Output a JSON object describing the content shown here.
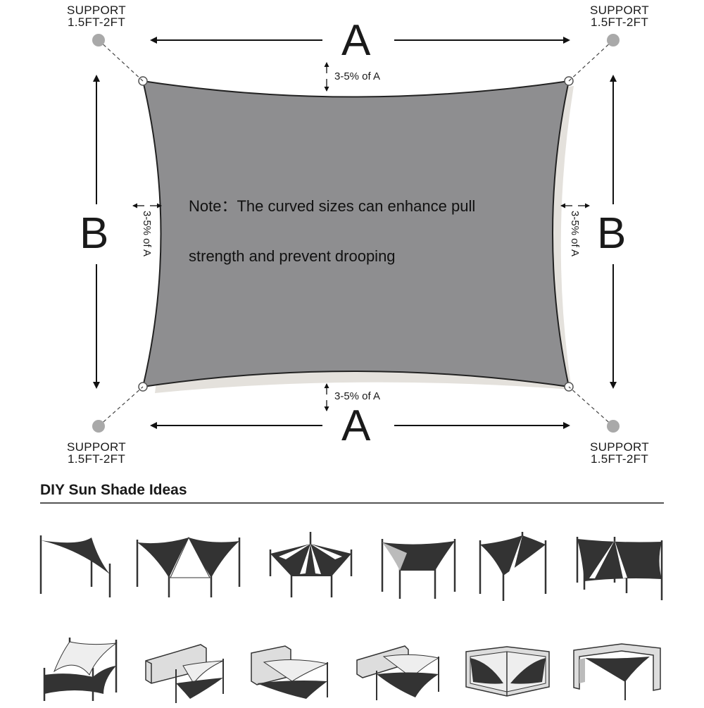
{
  "diagram": {
    "support_label_line1": "SUPPORT",
    "support_label_line2": "1.5FT-2FT",
    "dimension_a": "A",
    "dimension_b": "B",
    "curve_label": "3-5% of A",
    "note_line1": "Note：The curved sizes can enhance pull",
    "note_line2": "strength and prevent drooping",
    "colors": {
      "shade_fabric": "#8e8e90",
      "shade_shadow": "#e4e1dc",
      "support_post": "#a9a9a9",
      "arrows": "#111111"
    }
  },
  "ideas": {
    "title": "DIY Sun Shade Ideas",
    "items": [
      {
        "icon": "triangle-sail-icon"
      },
      {
        "icon": "double-triangle-sail-icon"
      },
      {
        "icon": "hexagon-umbrella-sail-icon"
      },
      {
        "icon": "square-sail-with-light-triangle-icon"
      },
      {
        "icon": "diamond-sail-icon"
      },
      {
        "icon": "wide-rectangle-sail-icon"
      },
      {
        "icon": "overlapping-triangle-sails-icon"
      },
      {
        "icon": "wall-mounted-sail-icon"
      },
      {
        "icon": "wall-corner-sail-icon"
      },
      {
        "icon": "fence-corner-sail-icon"
      },
      {
        "icon": "enclosed-courtyard-sail-icon"
      },
      {
        "icon": "walled-corner-shade-icon"
      }
    ]
  }
}
